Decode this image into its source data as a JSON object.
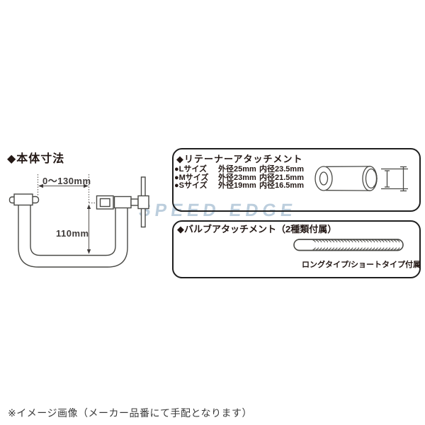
{
  "meta": {
    "watermark": "SPEED EDGE",
    "note": "※イメージ画像（メーカー品番にて手配となります）"
  },
  "body_section": {
    "title": "◆本体寸法",
    "dim_width": "0〜130mm",
    "dim_height": "110mm"
  },
  "retainer_box": {
    "title": "◆リテーナーアタッチメント",
    "rows": [
      {
        "size": "●Lサイズ",
        "outer": "外径25mm",
        "inner": "内径23.5mm"
      },
      {
        "size": "●Mサイズ",
        "outer": "外径23mm",
        "inner": "内径21.5mm"
      },
      {
        "size": "●Sサイズ",
        "outer": "外径19mm",
        "inner": "内径16.5mm"
      }
    ]
  },
  "valve_box": {
    "title": "◆バルブアタッチメント（2種類付属）",
    "caption": "ロングタイプ/ショートタイプ付属"
  },
  "colors": {
    "line": "#4a4a46",
    "text": "#231815",
    "box_border": "#1f1f1f",
    "watermark": "#bccedd"
  }
}
